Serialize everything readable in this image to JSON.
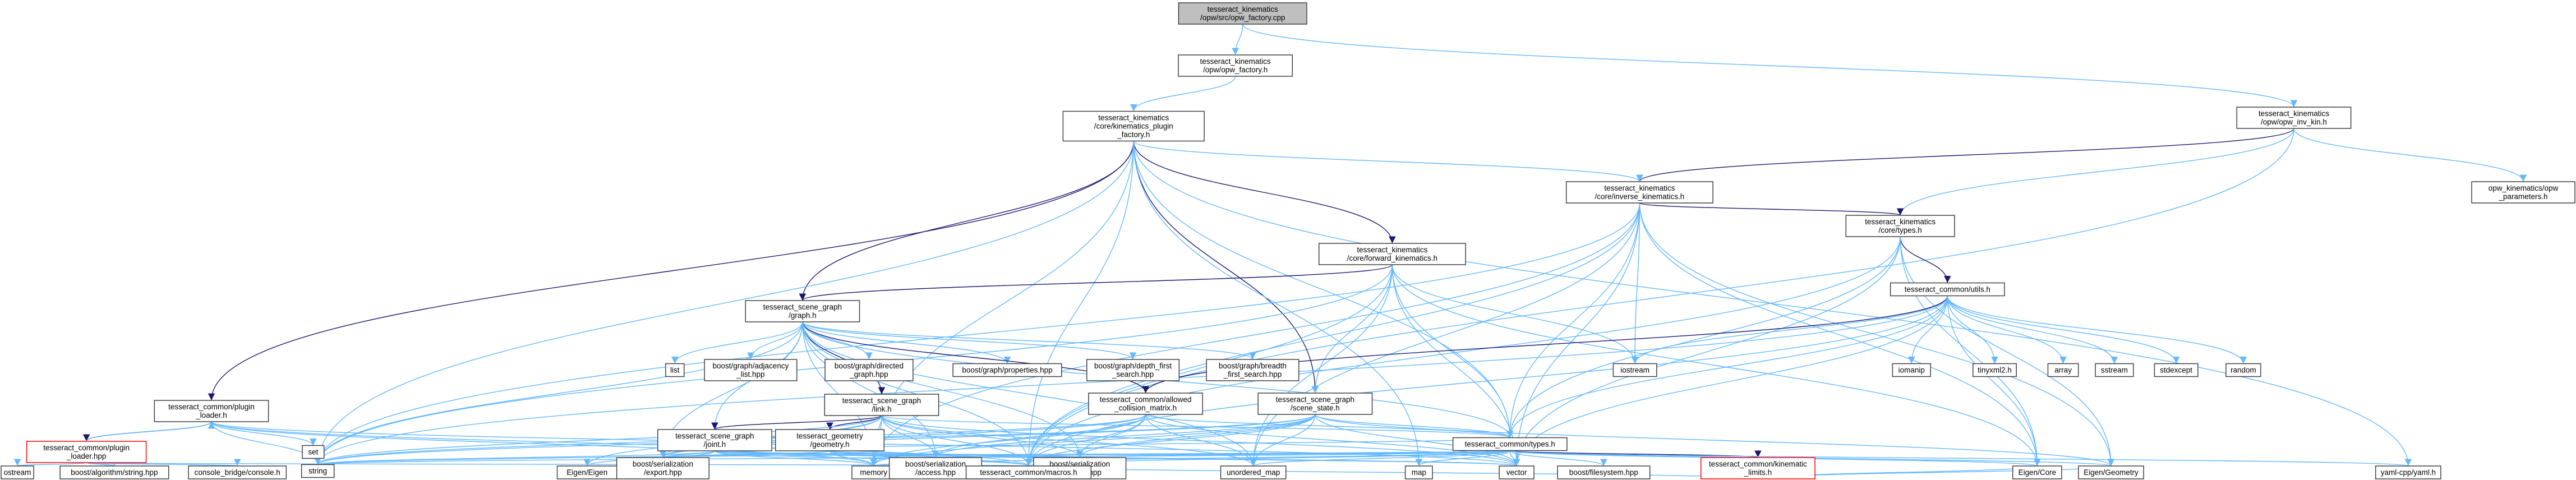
{
  "colors": {
    "edge_default": "#63b8ff",
    "edge_dark": "#191970",
    "node_fill_root": "#bfbfbf",
    "node_stroke": "#404040",
    "node_stroke_red": "#ff0000"
  },
  "nodes": [
    {
      "id": "root",
      "lines": [
        "tesseract_kinematics",
        "/opw/src/opw_factory.cpp"
      ]
    },
    {
      "id": "opw_factory_h",
      "lines": [
        "tesseract_kinematics",
        "/opw/opw_factory.h"
      ]
    },
    {
      "id": "opw_inv_kin_h",
      "lines": [
        "tesseract_kinematics",
        "/opw/opw_inv_kin.h"
      ]
    },
    {
      "id": "plugin_factory_h",
      "lines": [
        "tesseract_kinematics",
        "/core/kinematics_plugin",
        "_factory.h"
      ]
    },
    {
      "id": "opw_parameters_h",
      "lines": [
        "opw_kinematics/opw",
        "_parameters.h"
      ]
    },
    {
      "id": "inverse_kinematics_h",
      "lines": [
        "tesseract_kinematics",
        "/core/inverse_kinematics.h"
      ]
    },
    {
      "id": "core_types_h",
      "lines": [
        "tesseract_kinematics",
        "/core/types.h"
      ]
    },
    {
      "id": "forward_kinematics_h",
      "lines": [
        "tesseract_kinematics",
        "/core/forward_kinematics.h"
      ]
    },
    {
      "id": "common_utils_h",
      "lines": [
        "tesseract_common/utils.h"
      ]
    },
    {
      "id": "scene_graph_graph_h",
      "lines": [
        "tesseract_scene_graph",
        "/graph.h"
      ]
    },
    {
      "id": "list",
      "lines": [
        "list"
      ]
    },
    {
      "id": "adjacency_list",
      "lines": [
        "boost/graph/adjacency",
        "_list.hpp"
      ]
    },
    {
      "id": "directed_graph",
      "lines": [
        "boost/graph/directed",
        "_graph.hpp"
      ]
    },
    {
      "id": "properties",
      "lines": [
        "boost/graph/properties.hpp"
      ]
    },
    {
      "id": "depth_first",
      "lines": [
        "boost/graph/depth_first",
        "_search.hpp"
      ]
    },
    {
      "id": "breadth_first",
      "lines": [
        "boost/graph/breadth",
        "_first_search.hpp"
      ]
    },
    {
      "id": "allowed_collision",
      "lines": [
        "tesseract_common/allowed",
        "_collision_matrix.h"
      ]
    },
    {
      "id": "scene_state",
      "lines": [
        "tesseract_scene_graph",
        "/scene_state.h"
      ]
    },
    {
      "id": "iomanip",
      "lines": [
        "iomanip"
      ]
    },
    {
      "id": "tinyxml2",
      "lines": [
        "tinyxml2.h"
      ]
    },
    {
      "id": "array",
      "lines": [
        "array"
      ]
    },
    {
      "id": "sstream",
      "lines": [
        "sstream"
      ]
    },
    {
      "id": "stdexcept",
      "lines": [
        "stdexcept"
      ]
    },
    {
      "id": "random",
      "lines": [
        "random"
      ]
    },
    {
      "id": "iostream",
      "lines": [
        "iostream"
      ]
    },
    {
      "id": "link_h",
      "lines": [
        "tesseract_scene_graph",
        "/link.h"
      ]
    },
    {
      "id": "plugin_loader_h",
      "lines": [
        "tesseract_common/plugin",
        "_loader.h"
      ]
    },
    {
      "id": "joint_h",
      "lines": [
        "tesseract_scene_graph",
        "/joint.h"
      ]
    },
    {
      "id": "geometry_h",
      "lines": [
        "tesseract_geometry",
        "/geometry.h"
      ]
    },
    {
      "id": "common_types_h",
      "lines": [
        "tesseract_common/types.h"
      ]
    },
    {
      "id": "set",
      "lines": [
        "set"
      ]
    },
    {
      "id": "plugin_loader_hpp",
      "lines": [
        "tesseract_common/plugin",
        "_loader.hpp"
      ]
    },
    {
      "id": "string",
      "lines": [
        "string"
      ]
    },
    {
      "id": "eigen_eigen",
      "lines": [
        "Eigen/Eigen"
      ]
    },
    {
      "id": "export_hpp",
      "lines": [
        "boost/serialization",
        "/export.hpp"
      ]
    },
    {
      "id": "memory",
      "lines": [
        "memory"
      ]
    },
    {
      "id": "access_hpp",
      "lines": [
        "boost/serialization",
        "/access.hpp"
      ]
    },
    {
      "id": "tracking_hpp",
      "lines": [
        "boost/serialization",
        "/tracking.hpp"
      ]
    },
    {
      "id": "unordered_map",
      "lines": [
        "unordered_map"
      ]
    },
    {
      "id": "map",
      "lines": [
        "map"
      ]
    },
    {
      "id": "vector",
      "lines": [
        "vector"
      ]
    },
    {
      "id": "filesystem_hpp",
      "lines": [
        "boost/filesystem.hpp"
      ]
    },
    {
      "id": "kinematic_limits_h",
      "lines": [
        "tesseract_common/kinematic",
        "_limits.h"
      ]
    },
    {
      "id": "yaml_cpp",
      "lines": [
        "yaml-cpp/yaml.h"
      ]
    },
    {
      "id": "eigen_core",
      "lines": [
        "Eigen/Core"
      ]
    },
    {
      "id": "eigen_geometry",
      "lines": [
        "Eigen/Geometry"
      ]
    },
    {
      "id": "ostream",
      "lines": [
        "ostream"
      ]
    },
    {
      "id": "algorithm_string",
      "lines": [
        "boost/algorithm/string.hpp"
      ]
    },
    {
      "id": "console_bridge",
      "lines": [
        "console_bridge/console.h"
      ]
    },
    {
      "id": "macros_h",
      "lines": [
        "tesseract_common/macros.h"
      ]
    }
  ]
}
